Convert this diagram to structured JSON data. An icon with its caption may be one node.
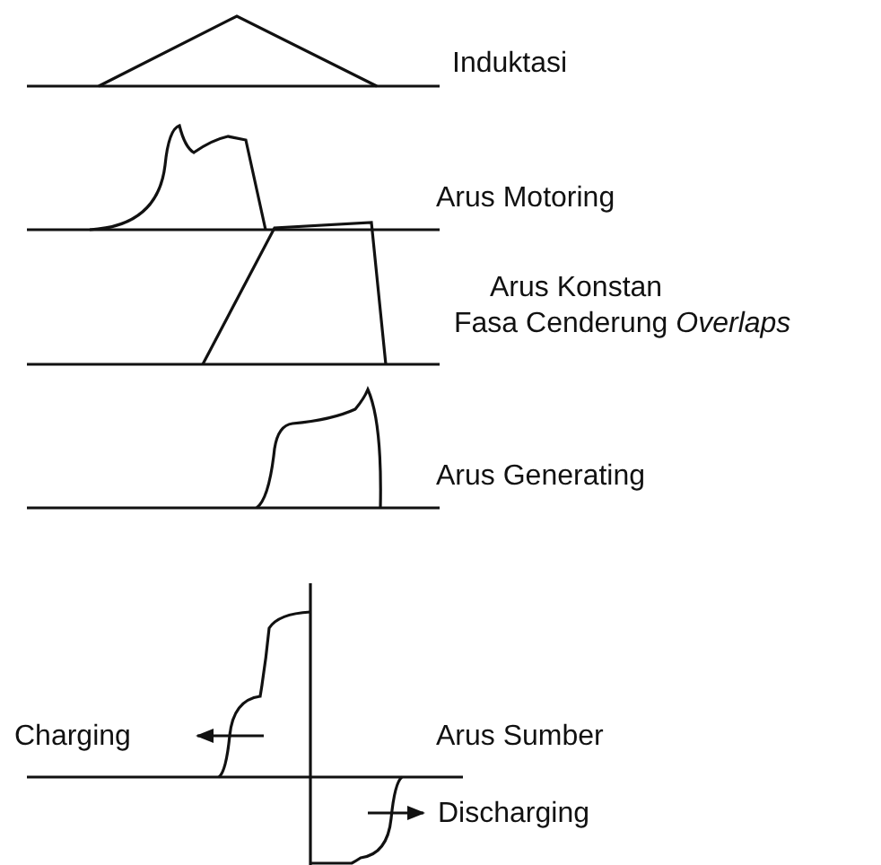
{
  "diagram": {
    "labels": [
      "Induktasi",
      "Arus Motoring",
      "Arus Konstan",
      "Fasa Cenderung *Overlaps*",
      "Arus Generating",
      "Charging",
      "Arus Sumber",
      "Discharging"
    ]
  }
}
